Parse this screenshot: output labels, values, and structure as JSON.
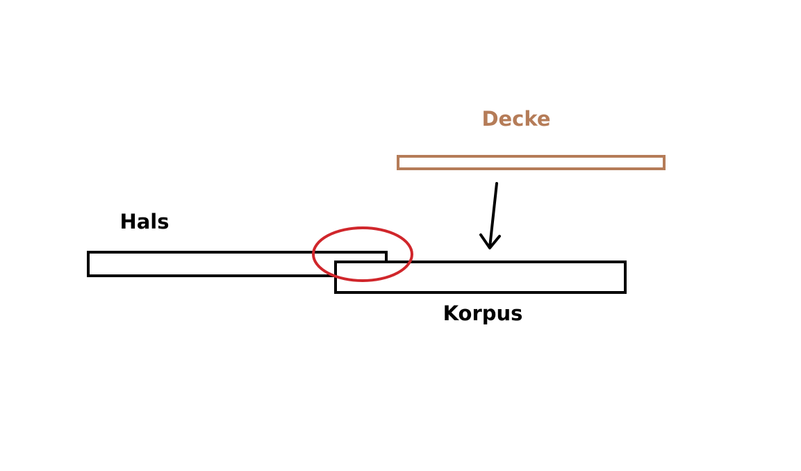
{
  "labels": {
    "decke": "Decke",
    "hals": "Hals",
    "korpus": "Korpus"
  },
  "colors": {
    "background": "#ffffff",
    "outline": "#000000",
    "decke": "#b57c58",
    "highlight": "#d0262b"
  }
}
